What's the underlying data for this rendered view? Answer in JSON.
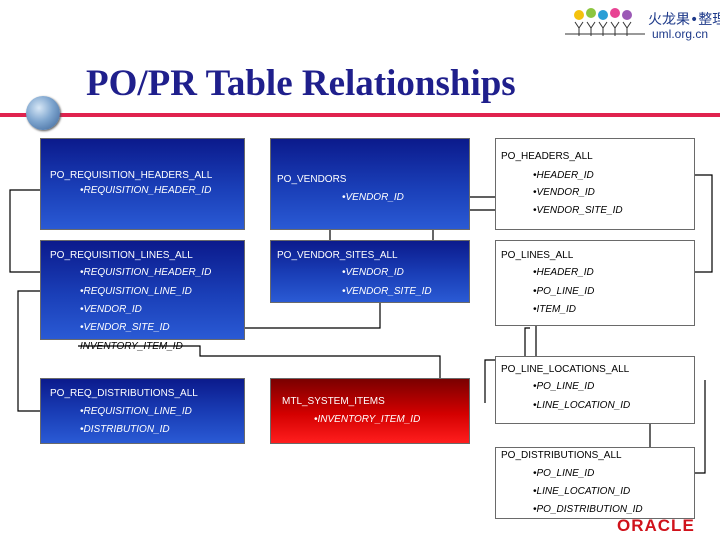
{
  "title": "PO/PR Table Relationships",
  "logo": {
    "line1": "火龙果•整理",
    "line2": "uml.org.cn"
  },
  "footer_logo": "ORACLE",
  "tables": {
    "req_headers": {
      "name": "PO_REQUISITION_HEADERS_ALL",
      "fields": [
        "•REQUISITION_HEADER_ID"
      ]
    },
    "vendors": {
      "name": "PO_VENDORS",
      "fields": [
        "•VENDOR_ID"
      ]
    },
    "headers": {
      "name": "PO_HEADERS_ALL",
      "fields": [
        "•HEADER_ID",
        "•VENDOR_ID",
        "•VENDOR_SITE_ID"
      ]
    },
    "req_lines": {
      "name": "PO_REQUISITION_LINES_ALL",
      "fields": [
        "•REQUISITION_HEADER_ID",
        "•REQUISITION_LINE_ID",
        "•VENDOR_ID",
        "•VENDOR_SITE_ID",
        "INVENTORY_ITEM_ID"
      ]
    },
    "vendor_sites": {
      "name": "PO_VENDOR_SITES_ALL",
      "fields": [
        "•VENDOR_ID",
        "•VENDOR_SITE_ID"
      ]
    },
    "lines": {
      "name": "PO_LINES_ALL",
      "fields": [
        "•HEADER_ID",
        "•PO_LINE_ID",
        "•ITEM_ID"
      ]
    },
    "line_locations": {
      "name": "PO_LINE_LOCATIONS_ALL",
      "fields": [
        "•PO_LINE_ID",
        "•LINE_LOCATION_ID"
      ]
    },
    "req_distributions": {
      "name": "PO_REQ_DISTRIBUTIONS_ALL",
      "fields": [
        "•REQUISITION_LINE_ID",
        "•DISTRIBUTION_ID"
      ]
    },
    "system_items": {
      "name": "MTL_SYSTEM_ITEMS",
      "fields": [
        "•INVENTORY_ITEM_ID"
      ]
    },
    "distributions": {
      "name": "PO_DISTRIBUTIONS_ALL",
      "fields": [
        "•PO_LINE_ID",
        "•LINE_LOCATION_ID",
        "•PO_DISTRIBUTION_ID"
      ]
    }
  },
  "colors": {
    "title": "#1f1f8c",
    "rule": "#e0224e",
    "table_blue": "#1a3fb8",
    "table_red": "#d40000",
    "oracle": "#d0121b"
  }
}
